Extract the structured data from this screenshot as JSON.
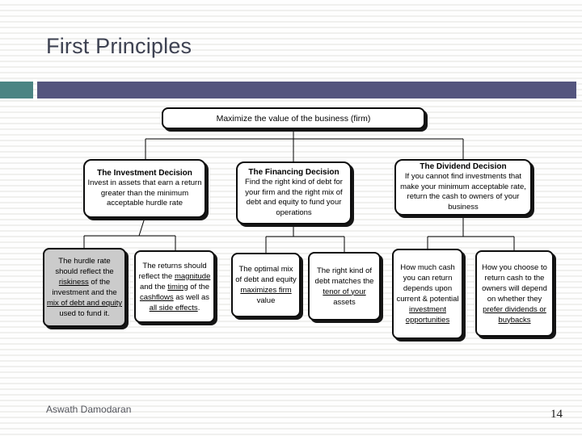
{
  "slide": {
    "title": "First Principles",
    "footer": "Aswath Damodaran",
    "page_number": "14"
  },
  "colors": {
    "accent_teal": "#4b8483",
    "accent_purple": "#54557e",
    "title_text": "#3e4252",
    "box_border": "#0d0d0d",
    "box_shadow": "#161616",
    "gray_box_fill": "#cbcbcb",
    "background_stripe": "#f0f0ee"
  },
  "diagram": {
    "root_text": "Maximize the value of the business (firm)",
    "level2": [
      {
        "title": "The Investment Decision",
        "body": "Invest in assets that earn a return greater than the minimum acceptable hurdle rate"
      },
      {
        "title": "The Financing Decision",
        "body": "Find the right kind of debt for your firm and the right mix of debt and equity to fund your operations"
      },
      {
        "title": "The Dividend Decision",
        "body": "If you cannot find investments that make your minimum acceptable rate, return the cash to owners of your business"
      }
    ],
    "level3": [
      {
        "segments": [
          {
            "t": "The hurdle rate should reflect the "
          },
          {
            "t": "riskiness",
            "u": true
          },
          {
            "t": " of the investment and the "
          },
          {
            "t": "mix of debt and equity",
            "u": true
          },
          {
            "t": " used to fund it."
          }
        ]
      },
      {
        "segments": [
          {
            "t": "The returns should reflect the "
          },
          {
            "t": "magnitude",
            "u": true
          },
          {
            "t": " and the "
          },
          {
            "t": "timing",
            "u": true
          },
          {
            "t": " of the "
          },
          {
            "t": "cashflows",
            "u": true
          },
          {
            "t": " as well as "
          },
          {
            "t": "all side effects",
            "u": true
          },
          {
            "t": "."
          }
        ]
      },
      {
        "segments": [
          {
            "t": "The optimal mix of debt and equity "
          },
          {
            "t": "maximizes firm",
            "u": true
          },
          {
            "t": " value"
          }
        ]
      },
      {
        "segments": [
          {
            "t": "The right kind of debt matches the "
          },
          {
            "t": "tenor of your",
            "u": true
          },
          {
            "t": " assets"
          }
        ]
      },
      {
        "segments": [
          {
            "t": "How much cash you can return depends upon current & potential "
          },
          {
            "t": "investment opportunities",
            "u": true
          }
        ]
      },
      {
        "segments": [
          {
            "t": "How you choose to return cash to the owners will depend on whether they "
          },
          {
            "t": "prefer dividends or buybacks",
            "u": true
          }
        ]
      }
    ]
  }
}
